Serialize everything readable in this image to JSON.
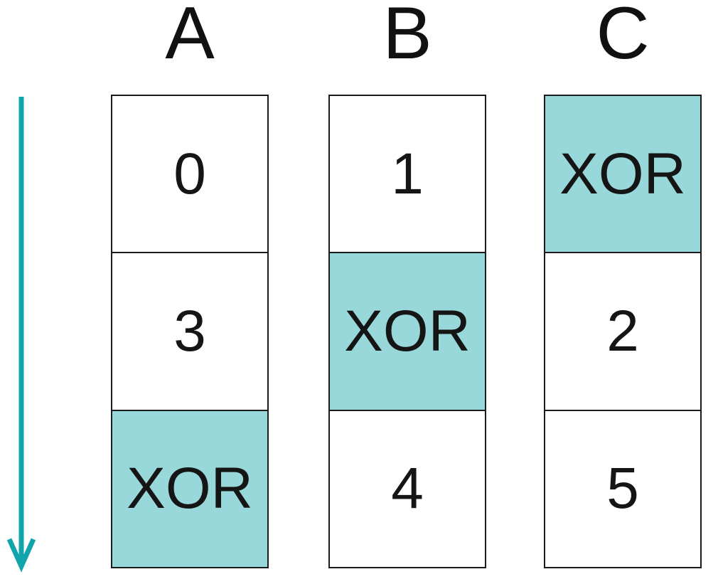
{
  "diagram": {
    "arrow": {
      "direction": "down",
      "color": "#12A4AB"
    },
    "colors": {
      "parity_fill": "#98D7DA",
      "data_fill": "#FFFFFF",
      "border": "#1B1B1B"
    },
    "columns": [
      {
        "label": "A",
        "cells": [
          {
            "text": "0",
            "parity": false
          },
          {
            "text": "3",
            "parity": false
          },
          {
            "text": "XOR",
            "parity": true
          }
        ]
      },
      {
        "label": "B",
        "cells": [
          {
            "text": "1",
            "parity": false
          },
          {
            "text": "XOR",
            "parity": true
          },
          {
            "text": "4",
            "parity": false
          }
        ]
      },
      {
        "label": "C",
        "cells": [
          {
            "text": "XOR",
            "parity": true
          },
          {
            "text": "2",
            "parity": false
          },
          {
            "text": "5",
            "parity": false
          }
        ]
      }
    ]
  }
}
